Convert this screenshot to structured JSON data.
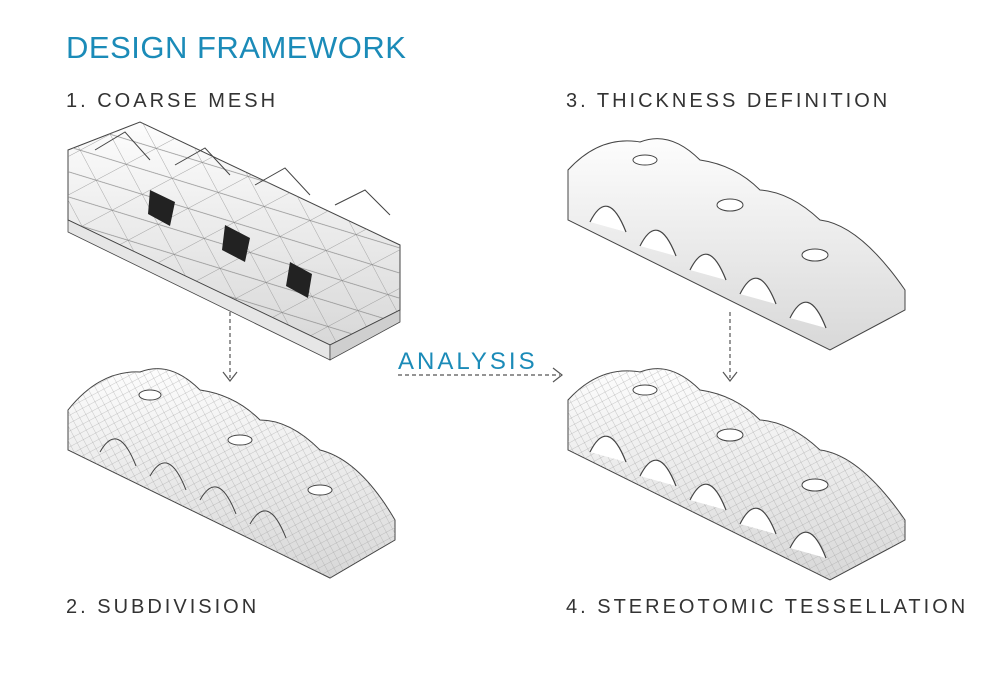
{
  "header": {
    "title": "DESIGN FRAMEWORK"
  },
  "steps": [
    {
      "label": "1. COARSE MESH"
    },
    {
      "label": "2. SUBDIVISION"
    },
    {
      "label": "3. THICKNESS DEFINITION"
    },
    {
      "label": "4. STEREOTOMIC TESSELLATION"
    }
  ],
  "analysis": {
    "label": "ANALYSIS"
  },
  "colors": {
    "accent": "#1b8bb8",
    "text": "#333333",
    "line": "#555555"
  },
  "icons": [
    "arrow-down-icon",
    "arrow-right-icon"
  ]
}
